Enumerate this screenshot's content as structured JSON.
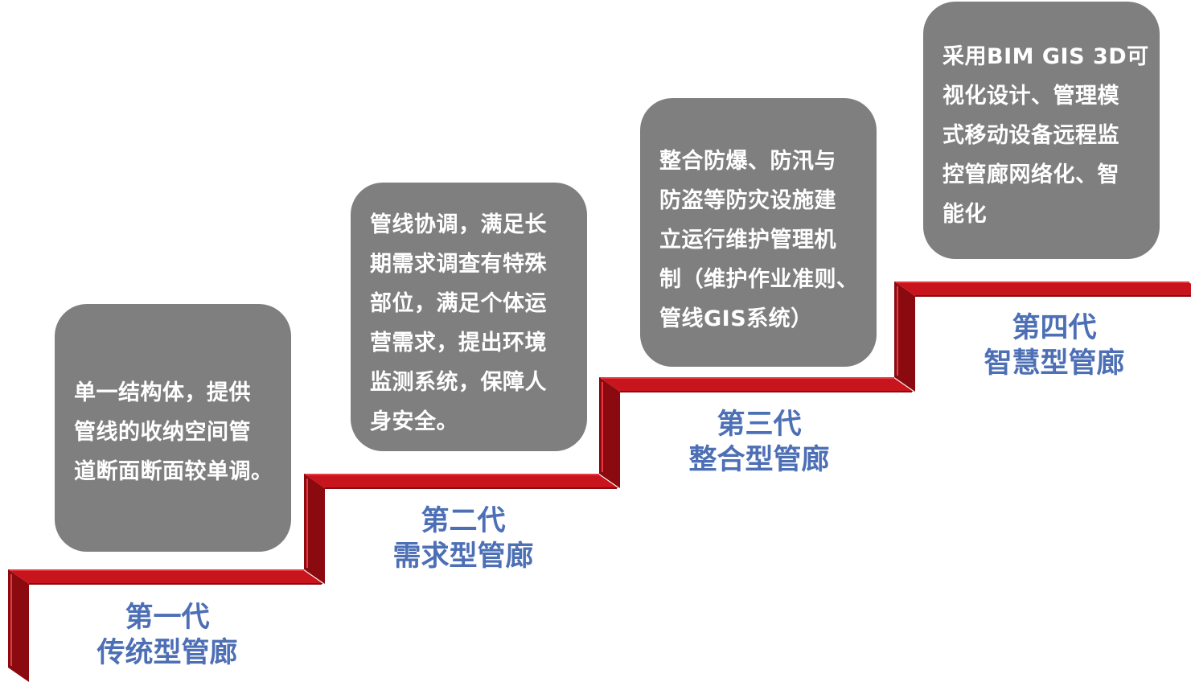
{
  "colors": {
    "stair_red": "#c8141c",
    "stair_dark": "#8a0a10",
    "stair_light": "#e63a40",
    "box_gray": "#7f7f7f",
    "box_text": "#ffffff",
    "label_blue": "#4d6fb5"
  },
  "generations": [
    {
      "box_lines": [
        "单一结构体，提供",
        "管线的收纳空间管",
        "道断面断面较单调。"
      ],
      "title": "第一代",
      "subtitle": "传统型管廊"
    },
    {
      "box_lines": [
        "管线协调，满足长",
        "期需求调查有特殊",
        "部位，满足个体运",
        "营需求，提出环境",
        "监测系统，保障人",
        "身安全。"
      ],
      "title": "第二代",
      "subtitle": "需求型管廊"
    },
    {
      "box_lines": [
        "整合防爆、防汛与",
        "防盗等防灾设施建",
        "立运行维护管理机",
        "制（维护作业准则、",
        "管线GIS系统）"
      ],
      "title": "第三代",
      "subtitle": "整合型管廊"
    },
    {
      "box_lines": [
        "采用BIM GIS 3D可",
        "视化设计、管理模",
        "式移动设备远程监",
        "控管廊网络化、智",
        "能化"
      ],
      "title": "第四代",
      "subtitle": "智慧型管廊"
    }
  ]
}
